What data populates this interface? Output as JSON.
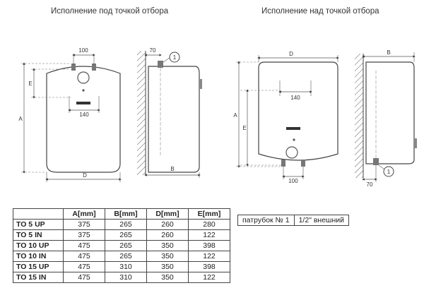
{
  "captions": {
    "under_tap": "Исполнение под точкой отбора",
    "over_tap": "Исполнение над точкой отбора"
  },
  "drawing_labels": {
    "left_front": {
      "top_width": "100",
      "inner_width": "140",
      "height_a": "A",
      "height_e": "E",
      "width_d": "D"
    },
    "left_side": {
      "offset": "70",
      "depth_b": "B",
      "callout": "1"
    },
    "right_front": {
      "width_d": "D",
      "inner_width": "140",
      "height_a": "A",
      "height_e": "E",
      "bottom_width": "100"
    },
    "right_side": {
      "depth_b": "B",
      "offset": "70",
      "callout": "1"
    }
  },
  "dimensions_table": {
    "headers": [
      "",
      "A[mm]",
      "B[mm]",
      "D[mm]",
      "E[mm]"
    ],
    "rows": [
      [
        "TO 5 UP",
        "375",
        "265",
        "260",
        "280"
      ],
      [
        "TO 5 IN",
        "375",
        "265",
        "260",
        "122"
      ],
      [
        "TO 10 UP",
        "475",
        "265",
        "350",
        "398"
      ],
      [
        "TO 10 IN",
        "475",
        "265",
        "350",
        "122"
      ],
      [
        "TO 15 UP",
        "475",
        "310",
        "350",
        "398"
      ],
      [
        "TO 15 IN",
        "475",
        "310",
        "350",
        "122"
      ]
    ]
  },
  "connection": {
    "label": "патрубок № 1",
    "value": "1/2\"  внешний"
  }
}
